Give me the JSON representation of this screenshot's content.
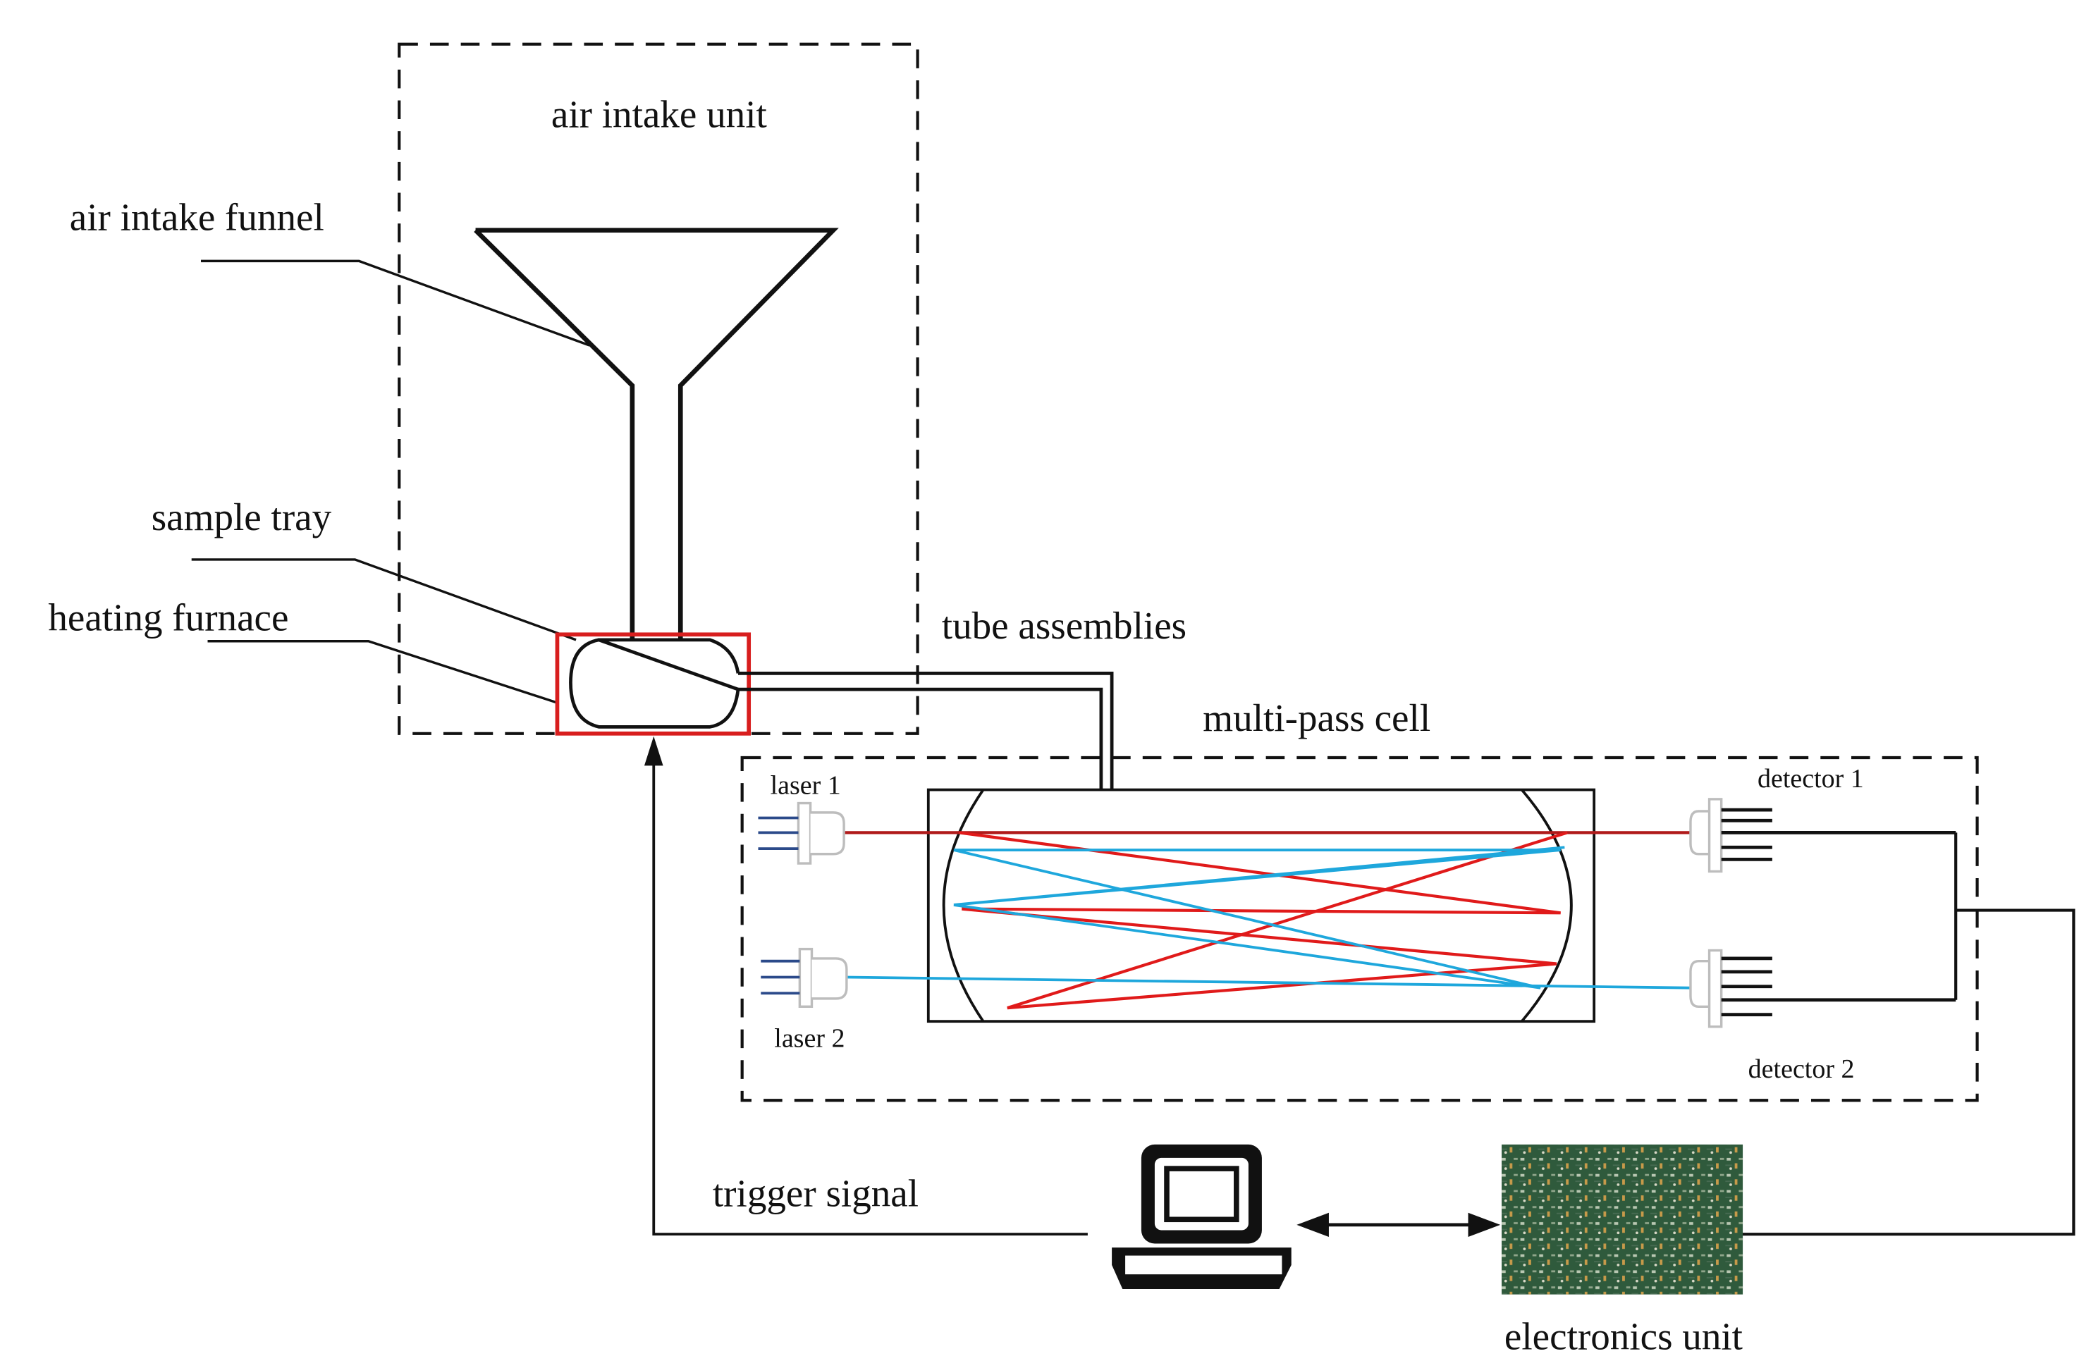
{
  "diagram": {
    "labels": {
      "air_intake_unit": "air intake unit",
      "air_intake_funnel": "air intake funnel",
      "sample_tray": "sample tray",
      "heating_furnace": "heating furnace",
      "tube_assemblies": "tube assemblies",
      "multi_pass_cell": "multi-pass cell",
      "laser_1": "laser 1",
      "laser_2": "laser 2",
      "detector_1": "detector 1",
      "detector_2": "detector 2",
      "trigger_signal": "trigger signal",
      "electronics_unit": "electronics unit"
    },
    "colors": {
      "line": "#111111",
      "furnace": "#d81e1e",
      "beam_laser_1": "#e01a1a",
      "beam_laser_2": "#1ea7dc",
      "laser_pins": "#2b4a8a",
      "component_outline": "#bdbdbd",
      "pcb_green": "#2f5a3c"
    },
    "icons": {
      "computer": "computer-icon",
      "pcb": "circuit-board-icon"
    }
  }
}
